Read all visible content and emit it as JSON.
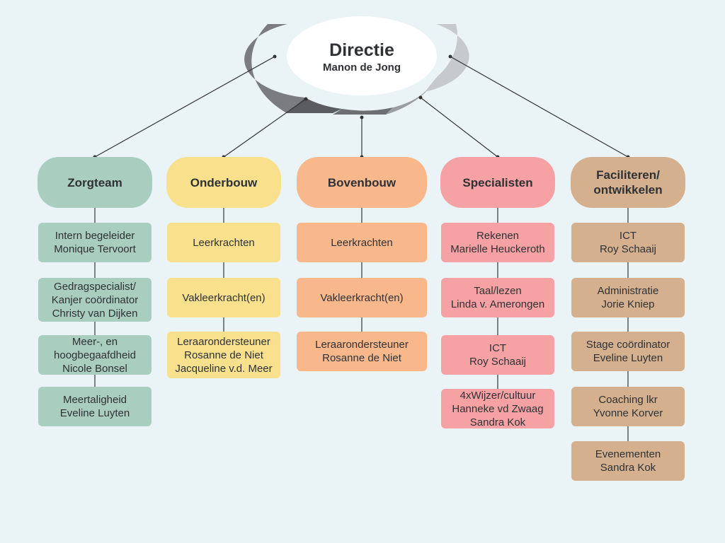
{
  "top": {
    "title": "Directie",
    "name": "Manon de Jong"
  },
  "colors": {
    "background": "#eaf4f6",
    "zorgteam": "#a9cdbf",
    "onderbouw": "#f8e08d",
    "bovenbouw": "#f9b88c",
    "specialisten": "#f6a2a4",
    "faciliteren": "#d4b08e",
    "line": "#333333"
  },
  "columns": [
    {
      "header": "Zorgteam",
      "items": [
        {
          "lines": [
            "Intern begeleider",
            "Monique Tervoort"
          ]
        },
        {
          "lines": [
            "Gedragspecialist/",
            "Kanjer coördinator",
            "Christy van Dijken"
          ]
        },
        {
          "lines": [
            "Meer-, en",
            "hoogbegaafdheid",
            "Nicole Bonsel"
          ]
        },
        {
          "lines": [
            "Meertaligheid",
            "Eveline Luyten"
          ]
        }
      ]
    },
    {
      "header": "Onderbouw",
      "items": [
        {
          "lines": [
            "Leerkrachten"
          ]
        },
        {
          "lines": [
            "Vakleerkracht(en)"
          ]
        },
        {
          "lines": [
            "Leraarondersteuner",
            "Rosanne de Niet",
            "Jacqueline v.d. Meer"
          ]
        }
      ]
    },
    {
      "header": "Bovenbouw",
      "items": [
        {
          "lines": [
            "Leerkrachten"
          ]
        },
        {
          "lines": [
            "Vakleerkracht(en)"
          ]
        },
        {
          "lines": [
            "Leraarondersteuner",
            "Rosanne de Niet"
          ]
        }
      ]
    },
    {
      "header": "Specialisten",
      "items": [
        {
          "lines": [
            "Rekenen",
            "Marielle Heuckeroth"
          ]
        },
        {
          "lines": [
            "Taal/lezen",
            "Linda v. Amerongen"
          ]
        },
        {
          "lines": [
            "ICT",
            "Roy Schaaij"
          ]
        },
        {
          "lines": [
            "4xWijzer/cultuur",
            "Hanneke vd Zwaag",
            "Sandra Kok"
          ]
        }
      ]
    },
    {
      "header": "Faciliteren/\nontwikkelen",
      "header_lines": [
        "Faciliteren/",
        "ontwikkelen"
      ],
      "items": [
        {
          "lines": [
            "ICT",
            "Roy Schaaij"
          ]
        },
        {
          "lines": [
            "Administratie",
            "Jorie Kniep"
          ]
        },
        {
          "lines": [
            "Stage coördinator",
            "Eveline Luyten"
          ]
        },
        {
          "lines": [
            "Coaching lkr",
            "Yvonne Korver"
          ]
        },
        {
          "lines": [
            "Evenementen",
            "Sandra Kok"
          ]
        }
      ]
    }
  ]
}
